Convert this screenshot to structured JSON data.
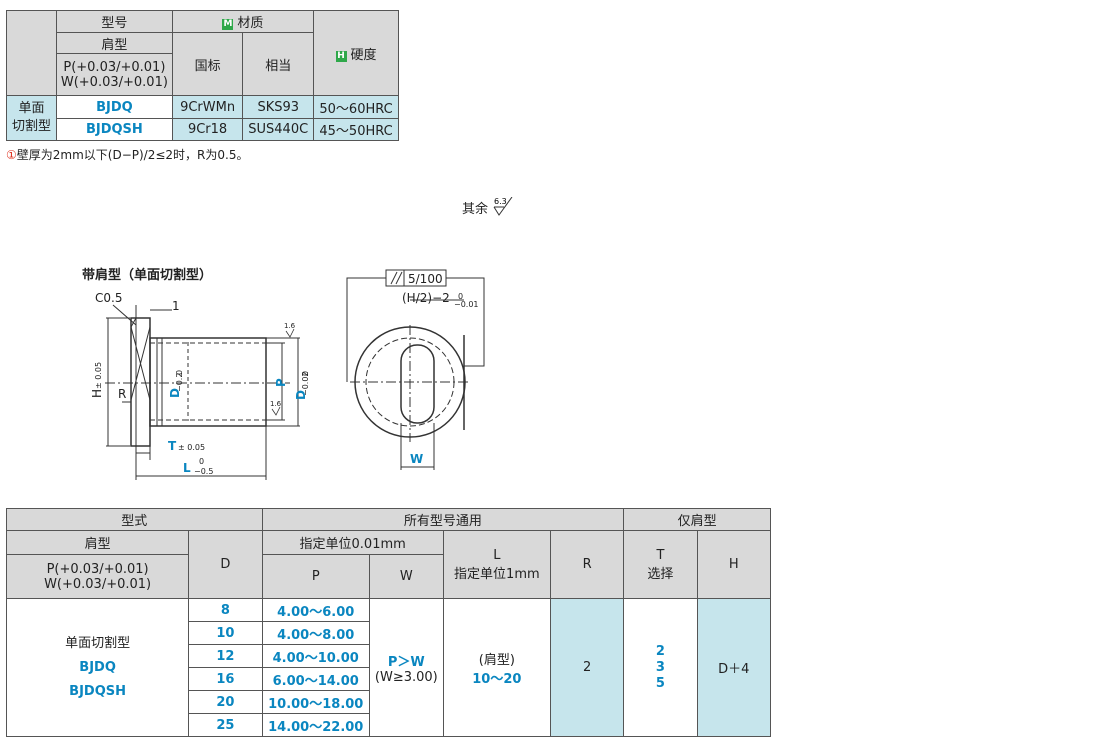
{
  "mat_table": {
    "h_model": "型号",
    "h_material": "材质",
    "h_shoulder": "肩型",
    "h_tol1": "P(+0.03/+0.01)",
    "h_tol2": "W(+0.03/+0.01)",
    "h_gb": "国标",
    "h_equiv": "相当",
    "h_hard": "硬度",
    "badge_m": "M",
    "badge_h": "H",
    "group1": "单面",
    "group2": "切割型",
    "rows": [
      {
        "model": "BJDQ",
        "gb": "9CrWMn",
        "equiv": "SKS93",
        "hard": "50～60HRC"
      },
      {
        "model": "BJDQSH",
        "gb": "9Cr18",
        "equiv": "SUS440C",
        "hard": "45～50HRC"
      }
    ]
  },
  "note": {
    "mark": "①",
    "text": "壁厚为2mm以下(D−P)/2≤2时，R为0.5。"
  },
  "roughness": {
    "label": "其余",
    "value": "6.3"
  },
  "drawing": {
    "title": "带肩型（单面切割型）",
    "c05": "C0.5",
    "one": "1",
    "h": "H",
    "h_tol": "± 0.05",
    "r": "R",
    "d": "D",
    "d_tol_up": "0",
    "d_tol_dn": "−0.2",
    "p": "P",
    "d2": "D",
    "d2_tol_up": "0",
    "d2_tol_dn": "−0.02",
    "t": "T",
    "t_tol": "± 0.05",
    "l": "L",
    "l_tol_up": "0",
    "l_tol_dn": "−0.5",
    "rough_small": "1.6",
    "rough_small2": "1.6",
    "parallel": "5/100",
    "h2": "(H/2)−2",
    "h2_up": "0",
    "h2_dn": "−0.01",
    "w": "W"
  },
  "spec": {
    "h_type": "型式",
    "h_common": "所有型号通用",
    "h_only": "仅肩型",
    "h_shoulder": "肩型",
    "h_d": "D",
    "h_unit": "指定单位0.01mm",
    "h_l": "L",
    "h_l_unit": "指定单位1mm",
    "h_r": "R",
    "h_t": "T",
    "h_t_sel": "选择",
    "h_h": "H",
    "h_tol1": "P(+0.03/+0.01)",
    "h_tol2": "W(+0.03/+0.01)",
    "h_p": "P",
    "h_w": "W",
    "type1": "单面切割型",
    "type2": "BJDQ",
    "type3": "BJDQSH",
    "rows": [
      {
        "d": "8",
        "p": "4.00～6.00"
      },
      {
        "d": "10",
        "p": "4.00～8.00"
      },
      {
        "d": "12",
        "p": "4.00～10.00"
      },
      {
        "d": "16",
        "p": "6.00～14.00"
      },
      {
        "d": "20",
        "p": "10.00～18.00"
      },
      {
        "d": "25",
        "p": "14.00～22.00"
      }
    ],
    "w1": "P＞W",
    "w2": "(W≥3.00)",
    "l1": "(肩型)",
    "l2": "10～20",
    "r": "2",
    "t": [
      "2",
      "3",
      "5"
    ],
    "h": "D＋4"
  }
}
